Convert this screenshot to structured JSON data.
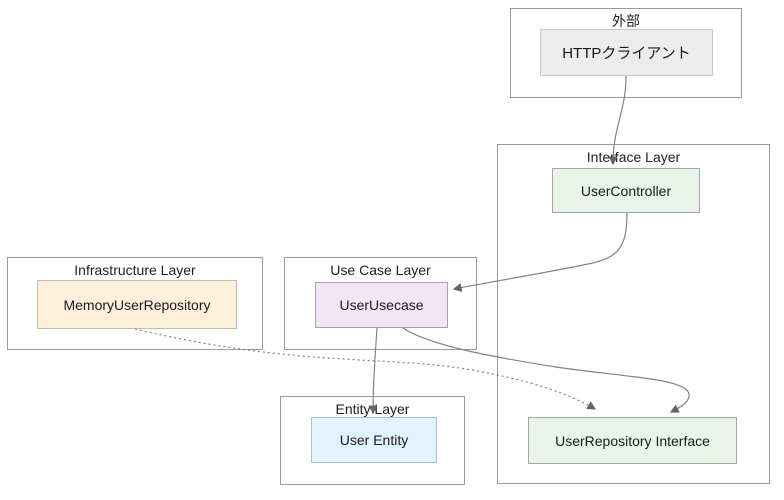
{
  "diagram": {
    "type": "architecture-flowchart",
    "groups": [
      {
        "id": "external",
        "label": "外部"
      },
      {
        "id": "interface",
        "label": "Interface Layer"
      },
      {
        "id": "infrastructure",
        "label": "Infrastructure Layer"
      },
      {
        "id": "usecase",
        "label": "Use Case Layer"
      },
      {
        "id": "entity",
        "label": "Entity Layer"
      }
    ],
    "nodes": [
      {
        "id": "http-client",
        "label": "HTTPクライアント",
        "fill": "#ececec",
        "group": "external"
      },
      {
        "id": "user-controller",
        "label": "UserController",
        "fill": "#e9f3e9",
        "group": "interface"
      },
      {
        "id": "memory-user-repository",
        "label": "MemoryUserRepository",
        "fill": "#fdf1dc",
        "group": "infrastructure"
      },
      {
        "id": "user-usecase",
        "label": "UserUsecase",
        "fill": "#f2e6f6",
        "group": "usecase"
      },
      {
        "id": "user-entity",
        "label": "User Entity",
        "fill": "#e1f4fd",
        "group": "entity"
      },
      {
        "id": "user-repository-interface",
        "label": "UserRepository Interface",
        "fill": "#e9f3e9",
        "group": "interface"
      }
    ],
    "edges": [
      {
        "from": "http-client",
        "to": "user-controller",
        "style": "solid"
      },
      {
        "from": "user-controller",
        "to": "user-usecase",
        "style": "solid"
      },
      {
        "from": "user-usecase",
        "to": "user-entity",
        "style": "solid"
      },
      {
        "from": "user-usecase",
        "to": "user-repository-interface",
        "style": "solid"
      },
      {
        "from": "memory-user-repository",
        "to": "user-repository-interface",
        "style": "dotted"
      }
    ],
    "colors": {
      "background": "#ffffff",
      "group_border": "#9a9a9a",
      "edge": "#838383",
      "arrowhead": "#666666",
      "text": "#1a1a1a"
    }
  }
}
